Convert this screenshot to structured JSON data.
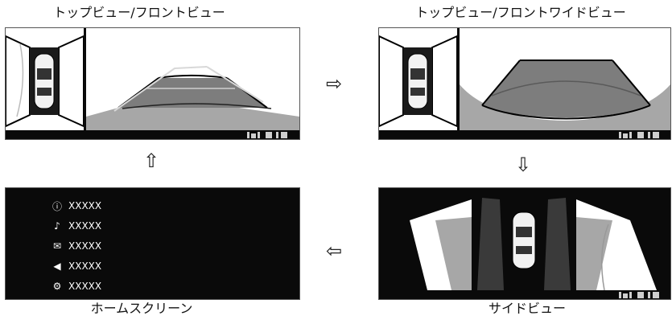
{
  "panels": {
    "top_front": {
      "caption": "トップビュー/フロントビュー"
    },
    "top_front_wide": {
      "caption": "トップビュー/フロントワイドビュー"
    },
    "side": {
      "caption": "サイドビュー"
    },
    "home": {
      "caption": "ホームスクリーン",
      "menu": [
        {
          "icon": "info-icon",
          "glyph": "ⓘ",
          "label": "XXXXX"
        },
        {
          "icon": "music-note-icon",
          "glyph": "♪",
          "label": "XXXXX"
        },
        {
          "icon": "mail-icon",
          "glyph": "✉",
          "label": "XXXXX"
        },
        {
          "icon": "navigation-arrow-icon",
          "glyph": "◀",
          "label": "XXXXX"
        },
        {
          "icon": "settings-gear-icon",
          "glyph": "⚙",
          "label": "XXXXX"
        }
      ]
    }
  },
  "arrows": {
    "right": "⇨",
    "down": "⇩",
    "left": "⇦",
    "up": "⇧"
  },
  "colors": {
    "screen_bg": "#0a0a0a",
    "view_bg": "#ffffff",
    "ground_gray": "#9a9a9a",
    "guide_gray": "#bdbdbd"
  }
}
